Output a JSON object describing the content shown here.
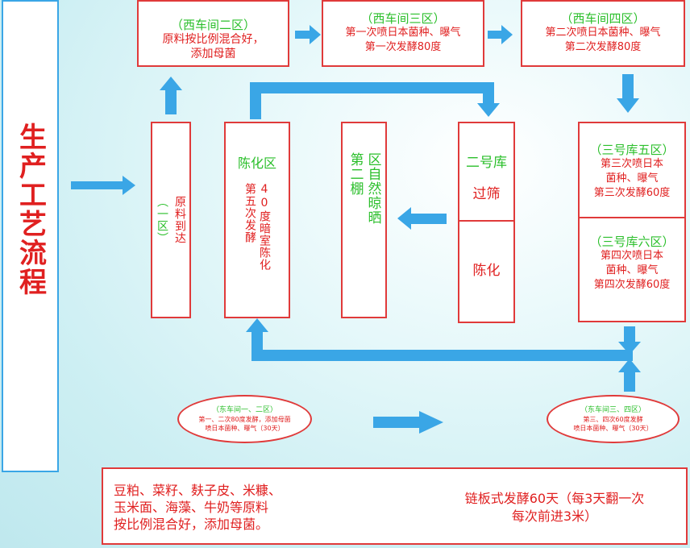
{
  "side_title": "生产工艺流程",
  "colors": {
    "arrow": "#3aa6e6",
    "border": "#e03a3a",
    "green": "#2bbf2b",
    "red": "#e02020"
  },
  "top": {
    "zone2": {
      "title": "（西车间二区）",
      "line1": "原料按比例混合好，",
      "line2": "添加母菌"
    },
    "zone3": {
      "title": "（西车间三区）",
      "line1": "第一次喷日本菌种、曝气",
      "line2": "第一次发酵80度"
    },
    "zone4": {
      "title": "（西车间四区）",
      "line1": "第二次喷日本菌种、曝气",
      "line2": "第二次发酵80度"
    }
  },
  "raw_arrival": {
    "green": "（一区）",
    "red": "原料到达"
  },
  "aging_zone": {
    "title": "陈化区",
    "col1": "第五次发酵",
    "col2": "40度暗室陈化"
  },
  "shed": {
    "line1": "第二棚",
    "line2": "区自然晾晒"
  },
  "warehouse2": {
    "title": "二号库",
    "sieve": "过筛",
    "aging": "陈化"
  },
  "wh3_zone5": {
    "title": "（三号库五区）",
    "line1": "第三次喷日本",
    "line2": "菌种、曝气",
    "line3": "第三次发酵60度"
  },
  "wh3_zone6": {
    "title": "（三号库六区）",
    "line1": "第四次喷日本",
    "line2": "菌种、曝气",
    "line3": "第四次发酵60度"
  },
  "east12": {
    "title": "（东车间一、二区）",
    "line1": "第一、二次80度发酵，添加母菌",
    "line2": "喷日本菌种、曝气（30天）"
  },
  "east34": {
    "title": "（东车间三、四区）",
    "line1": "第三、四次60度发酵",
    "line2": "喷日本菌种、曝气（30天）"
  },
  "bottom": {
    "left1": "豆粕、菜籽、麸子皮、米糠、",
    "left2": "玉米面、海藻、牛奶等原料",
    "left3": "按比例混合好，添加母菌。",
    "right1": "链板式发酵60天（每3天翻一次",
    "right2": "每次前进3米）"
  }
}
